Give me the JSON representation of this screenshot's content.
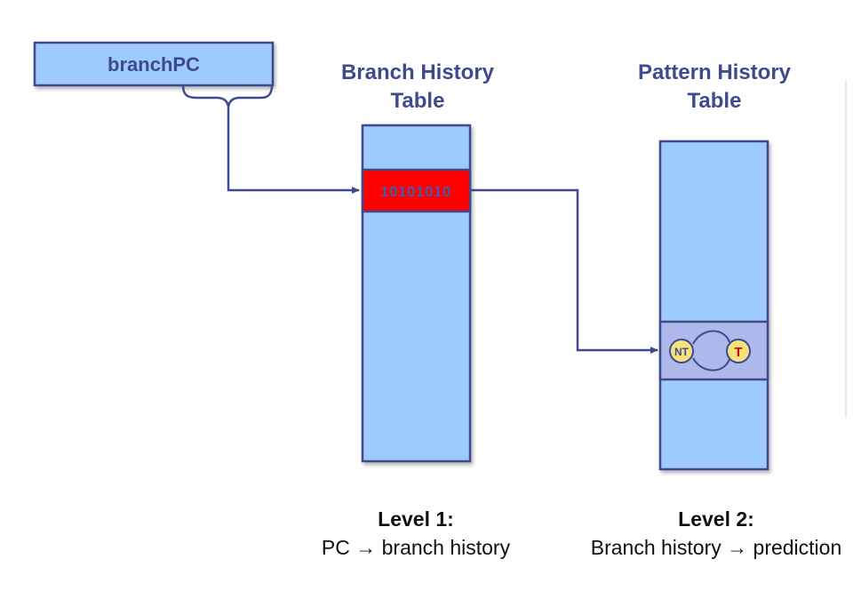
{
  "register": {
    "label": "branchPC"
  },
  "bht": {
    "title_line1": "Branch History",
    "title_line2": "Table",
    "entry_bits": "10101010"
  },
  "pht": {
    "title_line1": "Pattern History",
    "title_line2": "Table",
    "state_nt": "NT",
    "state_t": "T"
  },
  "levels": [
    {
      "title": "Level 1:",
      "description": "PC → branch history"
    },
    {
      "title": "Level 2:",
      "description": "Branch history → prediction"
    }
  ],
  "colors": {
    "table_fill": "#9DCBFB",
    "outline": "#3F4A8E",
    "highlight_entry": "#FF0000",
    "pht_entry": "#AFB8EA",
    "state_fill": "#F5E27A",
    "taken_text": "#D40000"
  }
}
